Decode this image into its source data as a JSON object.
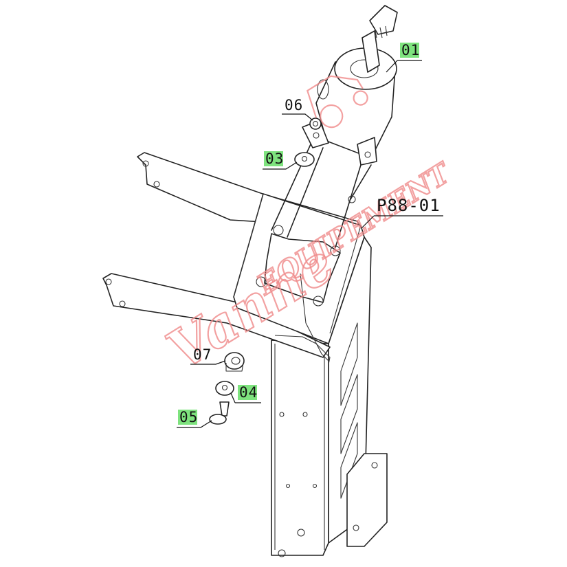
{
  "labels": {
    "part_01": "01",
    "part_03": "03",
    "part_04": "04",
    "part_05": "05",
    "part_06": "06",
    "part_07": "07",
    "assembly": "P88-01"
  },
  "highlight_color": "#7ee37e",
  "watermark": {
    "text_script": "Vanne",
    "text_block": "EQUIPEMENT",
    "color": "#f08a8a"
  }
}
